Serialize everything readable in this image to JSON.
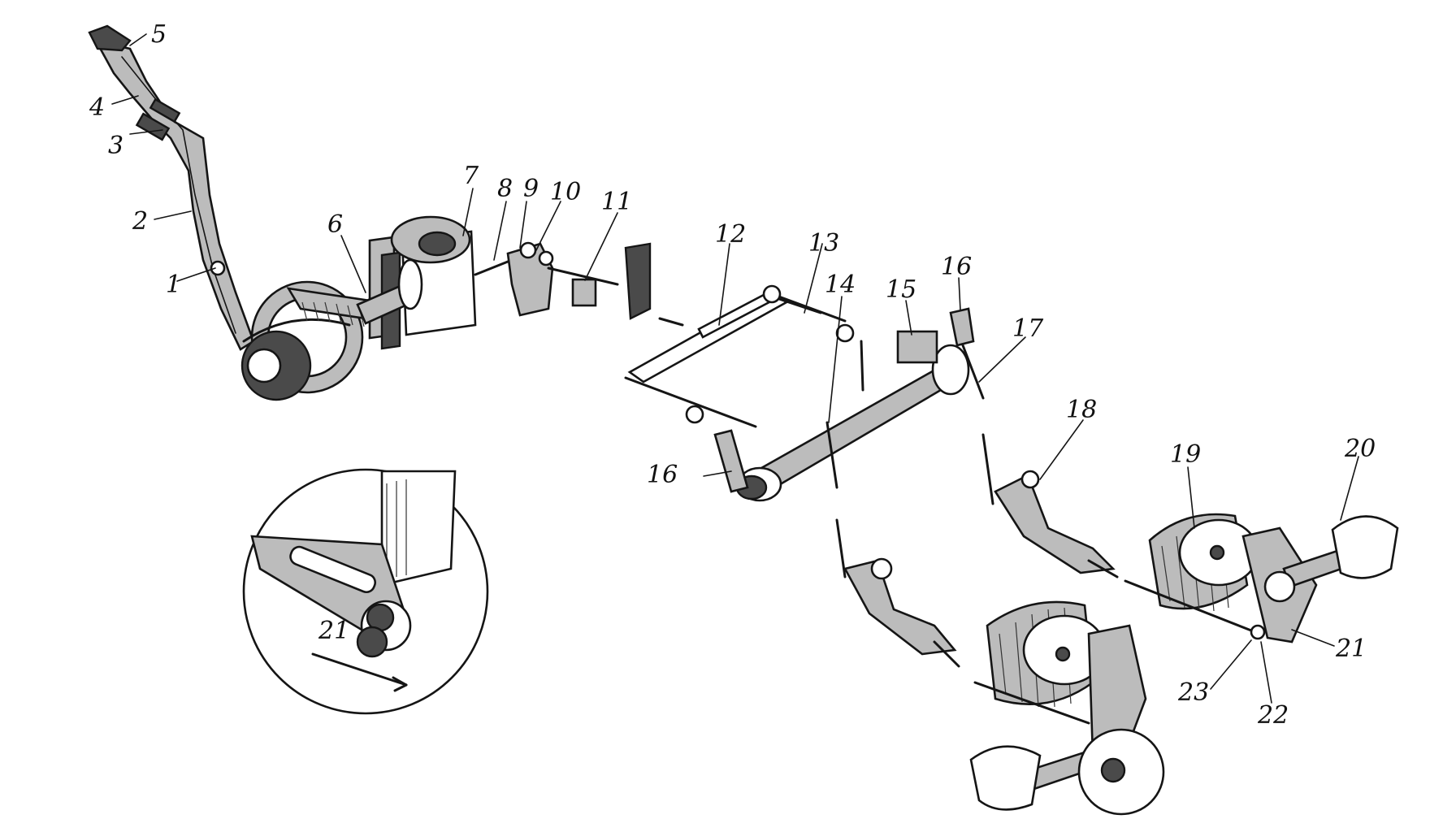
{
  "labels": {
    "l1": "1",
    "l2": "2",
    "l3": "3",
    "l4": "4",
    "l5": "5",
    "l6": "6",
    "l7": "7",
    "l8": "8",
    "l9": "9",
    "l10": "10",
    "l11": "11",
    "l12": "12",
    "l13": "13",
    "l14": "14",
    "l15": "15",
    "l16a": "16",
    "l16b": "16",
    "l17": "17",
    "l18": "18",
    "l19": "19",
    "l20": "20",
    "l21a": "21",
    "l21b": "21",
    "l22": "22",
    "l23": "23"
  }
}
